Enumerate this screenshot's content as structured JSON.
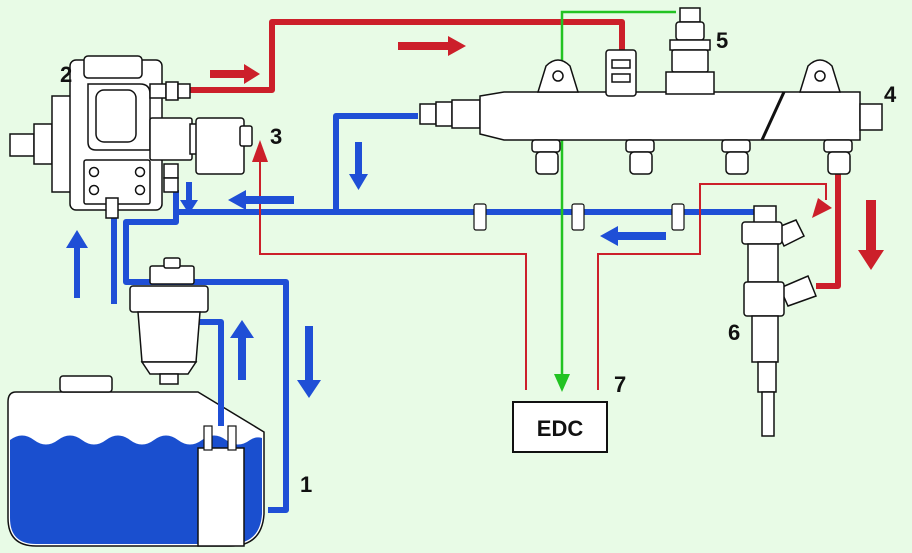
{
  "labels": {
    "tank_return_line": "1",
    "high_pressure_pump": "2",
    "pump_control_valve": "3",
    "common_rail": "4",
    "rail_pressure_sensor": "5",
    "injector": "6",
    "edc_unit": "7"
  },
  "edc_box_text": "EDC",
  "colors": {
    "background": "#e8fbe6",
    "high_pressure": "#cc1f2a",
    "low_pressure": "#1f4fd6",
    "control_wire": "#cc1f2a",
    "sensor_wire": "#22c322",
    "fuel": "#1a4fcf",
    "component_fill": "#ffffff",
    "outline": "#111111"
  }
}
